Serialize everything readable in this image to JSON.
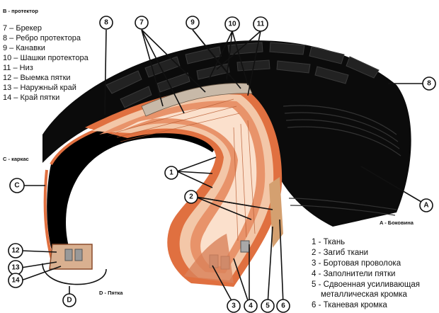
{
  "sections": {
    "B": "B - протектор",
    "C": "C - каркас",
    "A": "A - Боковина",
    "D": "D - Пятка"
  },
  "legend_top": [
    "7 – Брекер",
    "8 – Ребро протектора",
    "9 – Канавки",
    "10 – Шашки протектора",
    "11 – Низ",
    "12 – Выемка пятки",
    "13 – Наружный край",
    "14 – Край пятки"
  ],
  "legend_bottom": [
    "1 - Ткань",
    "2 - Загиб ткани",
    "3 - Бортовая проволока",
    "4 - Заполнители пятки",
    "5 - Сдвоенная усиливающая",
    "металлическая кромка",
    "6 - Тканевая кромка"
  ],
  "callouts": {
    "c7": "7",
    "c8a": "8",
    "c8b": "8",
    "c9": "9",
    "c10": "10",
    "c11": "11",
    "c1": "1",
    "c2": "2",
    "c3": "3",
    "c4": "4",
    "c5": "5",
    "c6": "6",
    "c12": "12",
    "c13": "13",
    "c14": "14",
    "cA": "A",
    "cC": "C",
    "cD": "D"
  },
  "colors": {
    "rubber": "#0b0b0b",
    "tread_dark": "#1a1a1a",
    "cord_orange": "#e07040",
    "cord_light": "#f3c7a8",
    "steel_gray": "#a8a8a8"
  }
}
